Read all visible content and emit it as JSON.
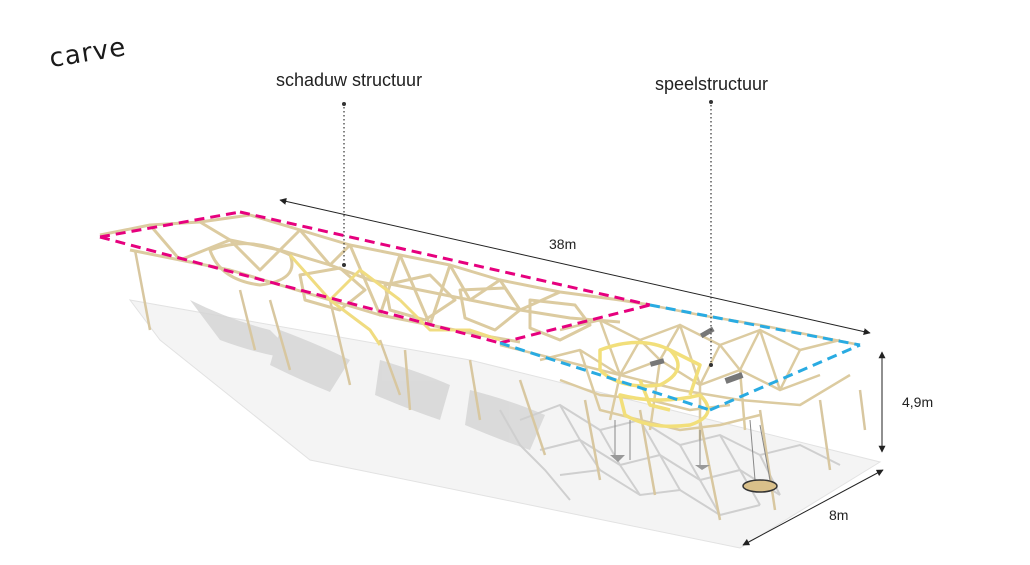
{
  "brand": {
    "logo_text": "carve"
  },
  "labels": {
    "shade_structure": "schaduw structuur",
    "play_structure": "speelstructuur"
  },
  "dimensions": {
    "length": "38m",
    "height": "4,9m",
    "width": "8m"
  },
  "colors": {
    "shade_outline": "#e6007e",
    "play_outline": "#29abe2",
    "timber": "#dccba0",
    "timber_yellow": "#f2df7a",
    "shadow": "#d9d9d9",
    "leader": "#333333"
  }
}
